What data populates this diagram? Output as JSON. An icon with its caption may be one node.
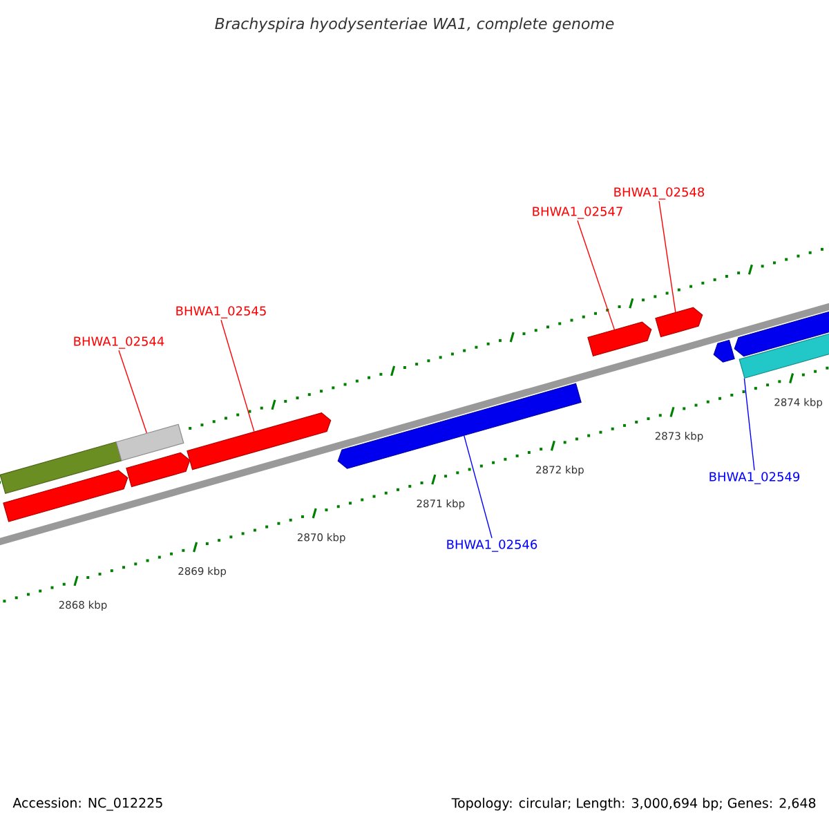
{
  "diagram": {
    "title": "Brachyspira hyodysenteriae WA1, complete genome",
    "nodes": [
      {
        "text": [
          "BHWA1_02544"
        ]
      },
      {
        "text": [
          "BHWA1_02545"
        ]
      },
      {
        "text": [
          "BHWA1_02546"
        ]
      },
      {
        "text": [
          "BHWA1_02547"
        ]
      },
      {
        "text": [
          "BHWA1_02548"
        ]
      },
      {
        "text": [
          "BHWA1_02549"
        ]
      },
      {
        "text": [],
        "shape": "bar"
      },
      {
        "text": [],
        "shape": "bar"
      },
      {
        "text": [],
        "shape": "bar"
      },
      {
        "text": [],
        "shape": "bar"
      },
      {
        "text": [],
        "shape": "bar"
      },
      {
        "text": [],
        "shape": "bar"
      },
      {
        "text": [],
        "shape": "bar"
      },
      {
        "text": [],
        "shape": "bar"
      },
      {
        "text": [],
        "shape": "bar"
      },
      {
        "text": [],
        "shape": "bar"
      },
      {
        "text": [],
        "shape": "bar"
      }
    ],
    "edges": [
      {
        "from": 0,
        "to": 7,
        "arrow": "none",
        "color": "#ff0000"
      },
      {
        "from": 1,
        "to": 10,
        "arrow": "none",
        "color": "#ff0000"
      },
      {
        "from": 2,
        "to": 11,
        "arrow": "none",
        "color": "#0000ff"
      },
      {
        "from": 3,
        "to": 12,
        "arrow": "none",
        "color": "#ff0000"
      },
      {
        "from": 4,
        "to": 13,
        "arrow": "none",
        "color": "#ff0000"
      },
      {
        "from": 5,
        "to": 16,
        "arrow": "none",
        "color": "#0000ff"
      }
    ],
    "labels": [
      "2868 kbp",
      "2869 kbp",
      "2870 kbp",
      "2871 kbp",
      "2872 kbp",
      "2873 kbp",
      "2874 kbp",
      "Accession: NC_012225",
      "Topology: circular; Length: 3,000,694 bp; Genes: 2,648"
    ]
  }
}
